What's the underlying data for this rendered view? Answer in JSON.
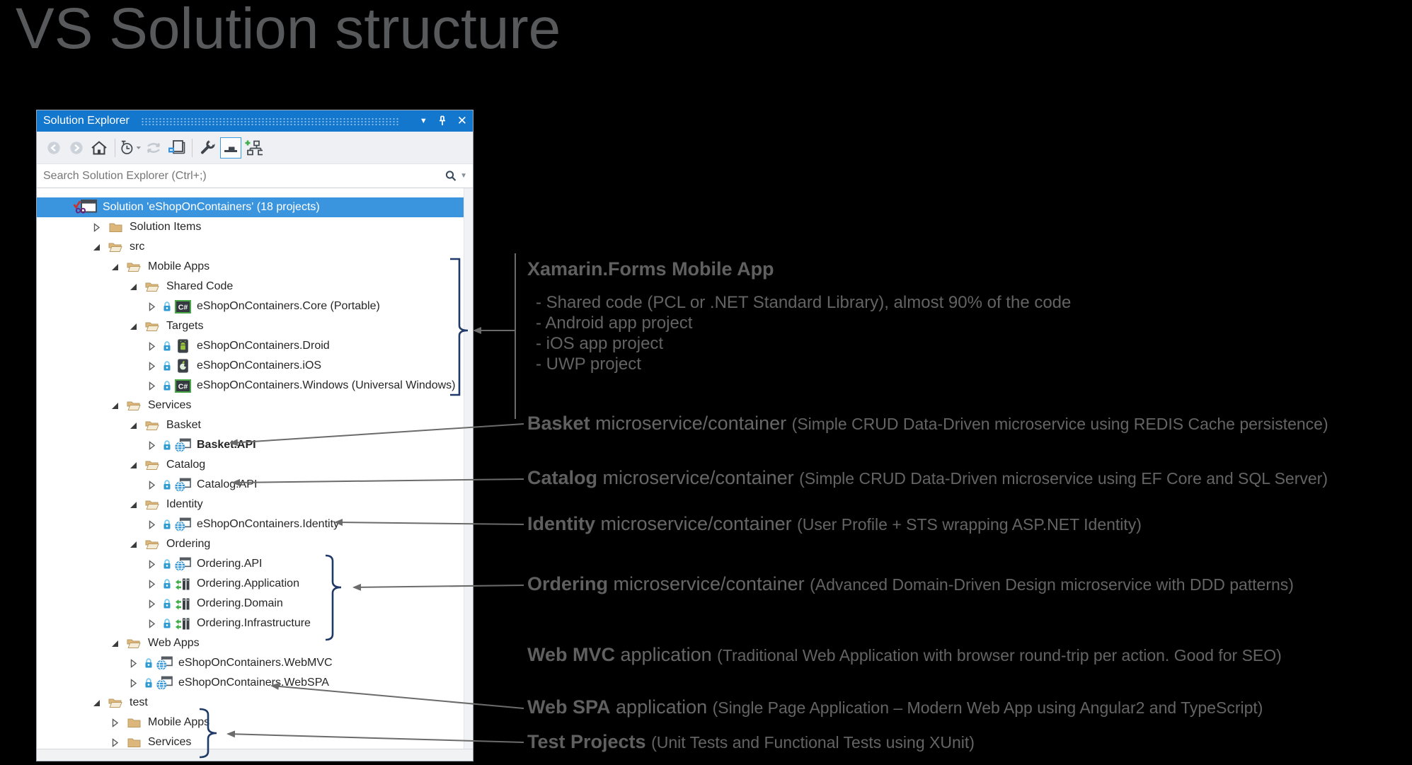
{
  "page": {
    "title": "VS Solution structure"
  },
  "panel": {
    "title": "Solution Explorer",
    "titlebar_buttons": [
      "window-position",
      "pin",
      "close"
    ],
    "toolbar": [
      "back",
      "forward",
      "home",
      "pending-changes-filter",
      "sync",
      "sync-with-active-document",
      "properties",
      "show-all-files",
      "collapse-all"
    ],
    "search_placeholder": "Search Solution Explorer (Ctrl+;)",
    "tree": [
      {
        "label": "Solution 'eShopOnContainers' (18 projects)",
        "type": "solution",
        "level": 0,
        "selected": true
      },
      {
        "label": "Solution Items",
        "type": "folder-closed",
        "level": 1,
        "arrow": "collapsed"
      },
      {
        "label": "src",
        "type": "folder-open",
        "level": 1,
        "arrow": "expanded"
      },
      {
        "label": "Mobile Apps",
        "type": "folder-open",
        "level": 2,
        "arrow": "expanded"
      },
      {
        "label": "Shared Code",
        "type": "folder-open",
        "level": 3,
        "arrow": "expanded"
      },
      {
        "label": "eShopOnContainers.Core (Portable)",
        "type": "csharp",
        "level": 4,
        "arrow": "collapsed",
        "lock": true
      },
      {
        "label": "Targets",
        "type": "folder-open",
        "level": 3,
        "arrow": "expanded"
      },
      {
        "label": "eShopOnContainers.Droid",
        "type": "droid",
        "level": 4,
        "arrow": "collapsed",
        "lock": true
      },
      {
        "label": "eShopOnContainers.iOS",
        "type": "ios",
        "level": 4,
        "arrow": "collapsed",
        "lock": true
      },
      {
        "label": "eShopOnContainers.Windows (Universal Windows)",
        "type": "csharp",
        "level": 4,
        "arrow": "collapsed",
        "lock": true
      },
      {
        "label": "Services",
        "type": "folder-open",
        "level": 2,
        "arrow": "expanded"
      },
      {
        "label": "Basket",
        "type": "folder-open",
        "level": 3,
        "arrow": "expanded"
      },
      {
        "label": "Basket.API",
        "type": "web",
        "level": 4,
        "arrow": "collapsed",
        "lock": true,
        "bold": true
      },
      {
        "label": "Catalog",
        "type": "folder-open",
        "level": 3,
        "arrow": "expanded"
      },
      {
        "label": "Catalog.API",
        "type": "web",
        "level": 4,
        "arrow": "collapsed",
        "lock": true
      },
      {
        "label": "Identity",
        "type": "folder-open",
        "level": 3,
        "arrow": "expanded"
      },
      {
        "label": "eShopOnContainers.Identity",
        "type": "web",
        "level": 4,
        "arrow": "collapsed",
        "lock": true
      },
      {
        "label": "Ordering",
        "type": "folder-open",
        "level": 3,
        "arrow": "expanded"
      },
      {
        "label": "Ordering.API",
        "type": "web",
        "level": 4,
        "arrow": "collapsed",
        "lock": true
      },
      {
        "label": "Ordering.Application",
        "type": "lib",
        "level": 4,
        "arrow": "collapsed",
        "lock": true
      },
      {
        "label": "Ordering.Domain",
        "type": "lib",
        "level": 4,
        "arrow": "collapsed",
        "lock": true
      },
      {
        "label": "Ordering.Infrastructure",
        "type": "lib",
        "level": 4,
        "arrow": "collapsed",
        "lock": true
      },
      {
        "label": "Web Apps",
        "type": "folder-open",
        "level": 2,
        "arrow": "expanded"
      },
      {
        "label": "eShopOnContainers.WebMVC",
        "type": "web",
        "level": 3,
        "arrow": "collapsed",
        "lock": true
      },
      {
        "label": "eShopOnContainers.WebSPA",
        "type": "web",
        "level": 3,
        "arrow": "collapsed",
        "lock": true
      },
      {
        "label": "test",
        "type": "folder-open",
        "level": 1,
        "arrow": "expanded"
      },
      {
        "label": "Mobile Apps",
        "type": "folder-closed",
        "level": 2,
        "arrow": "collapsed"
      },
      {
        "label": "Services",
        "type": "folder-closed",
        "level": 2,
        "arrow": "collapsed"
      }
    ]
  },
  "annotations": {
    "xamarin": {
      "title": "Xamarin.Forms Mobile App",
      "bullets": [
        "- Shared code (PCL or .NET Standard Library), almost 90% of the code",
        "- Android app project",
        "- iOS app project",
        "- UWP project"
      ]
    },
    "basket": {
      "bold": "Basket",
      "mid": " microservice/container ",
      "paren": "(Simple CRUD Data-Driven microservice using REDIS Cache persistence)"
    },
    "catalog": {
      "bold": "Catalog",
      "mid": " microservice/container ",
      "paren": "(Simple CRUD Data-Driven microservice using EF Core and SQL Server)"
    },
    "identity": {
      "bold": "Identity",
      "mid": " microservice/container ",
      "paren": "(User Profile + STS wrapping ASP.NET Identity)"
    },
    "ordering": {
      "bold": "Ordering",
      "mid": " microservice/container ",
      "paren": "(Advanced Domain-Driven Design microservice with DDD patterns)"
    },
    "webmvc": {
      "bold": "Web MVC",
      "mid": " application ",
      "paren": "(Traditional Web Application with browser round-trip per action. Good for SEO)"
    },
    "webspa": {
      "bold": "Web SPA",
      "mid": " application ",
      "paren": "(Single Page Application – Modern Web App using Angular2 and TypeScript)"
    },
    "test": {
      "bold": "Test Projects",
      "mid": " ",
      "paren": "(Unit Tests and Functional Tests using XUnit)"
    }
  },
  "colors": {
    "background": "#000000",
    "titlebar_blue": "#1277cd",
    "selection_blue": "#3a95de",
    "brace_navy": "#1f3a68",
    "arrow_gray": "#6b6b6b",
    "folder_tan": "#dcb67a",
    "annotation_gray": "#646464"
  }
}
